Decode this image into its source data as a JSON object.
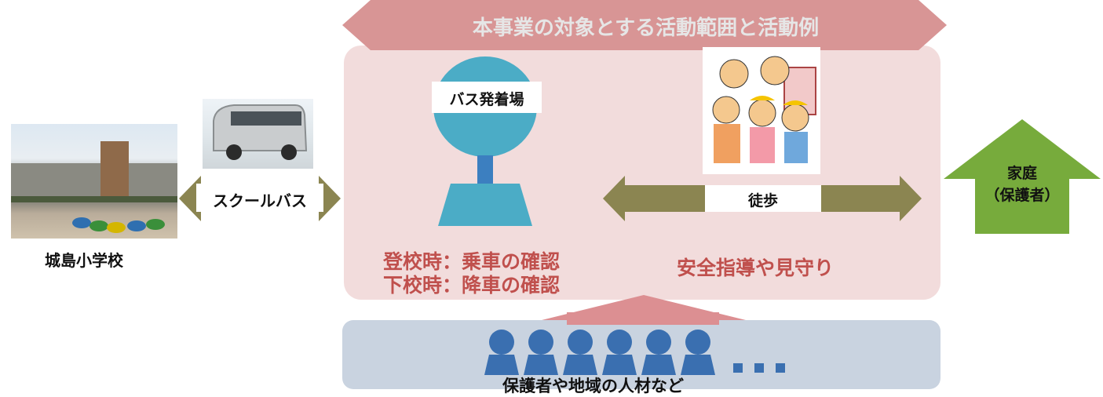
{
  "banner": {
    "title": "本事業の対象とする活動範囲と活動例",
    "color": "#d89595"
  },
  "school": {
    "label": "城島小学校",
    "photo_icon": "school-building-photo"
  },
  "bus_photo": {
    "icon": "school-bus-photo"
  },
  "school_bus": {
    "label": "スクールバス",
    "color": "#8b8551"
  },
  "bus_stop": {
    "label": "バス発着場",
    "color": "#4bacc6"
  },
  "kids_photo": {
    "icon": "children-walking-illustration"
  },
  "walk": {
    "label": "徒歩",
    "color": "#8b8551"
  },
  "home": {
    "line1": "家庭",
    "line2": "（保護者）",
    "color": "#77ab3c"
  },
  "bus_check": {
    "line1": "登校時：乗車の確認",
    "line2": "下校時：降車の確認"
  },
  "safety": {
    "label": "安全指導や見守り"
  },
  "people": {
    "label": "保護者や地域の人材など",
    "ellipsis": "・・・",
    "count": 6,
    "color": "#3a6fb0"
  },
  "colors": {
    "panel": "#f2dcdc",
    "people_panel": "#c9d3e0",
    "red_text": "#c0504d",
    "support_arrow": "#dc8f92"
  }
}
